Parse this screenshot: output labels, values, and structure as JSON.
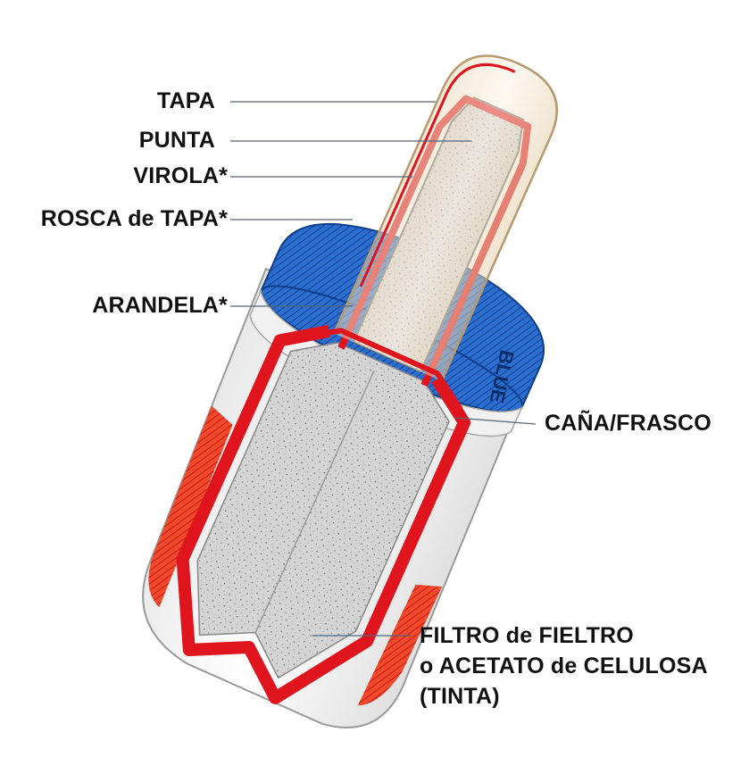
{
  "labels": {
    "tapa": "TAPA",
    "punta": "PUNTA",
    "virola": "VIROLA*",
    "rosca_tapa": "ROSCA de TAPA*",
    "arandela": "ARANDELA*",
    "cana_frasco": "CAÑA/FRASCO",
    "filtro_line1": "FILTRO de FIELTRO",
    "filtro_line2": "o ACETATO de CELULOSA",
    "filtro_line3": "(TINTA)"
  },
  "drawing_text": {
    "cap_brand": "BLUE"
  },
  "colors": {
    "wall_red": "#e0141c",
    "cap_blue": "#1e5fc0",
    "cap_dark_blue": "#0f3d8a",
    "tapa_cream": "#f3e6cf",
    "felt_grey": "#cfcfcf",
    "leader_line": "#556677",
    "body_white": "#fafafa",
    "label_orange": "#f06a20"
  }
}
